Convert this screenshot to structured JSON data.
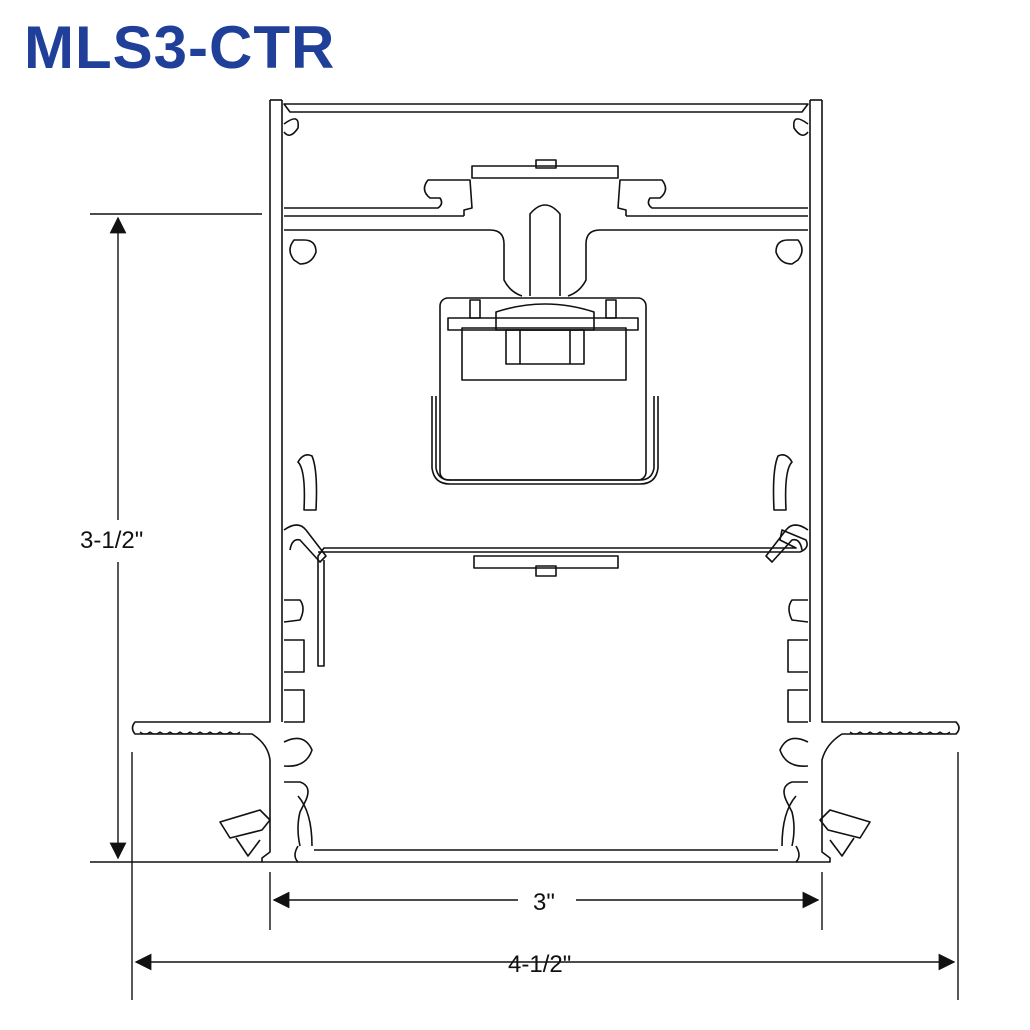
{
  "title": "MLS3-CTR",
  "dimensions": {
    "height_label": "3-1/2\"",
    "inner_width_label": "3\"",
    "outer_width_label": "4-1/2\""
  },
  "colors": {
    "title": "#1f3f99",
    "line": "#111111"
  }
}
